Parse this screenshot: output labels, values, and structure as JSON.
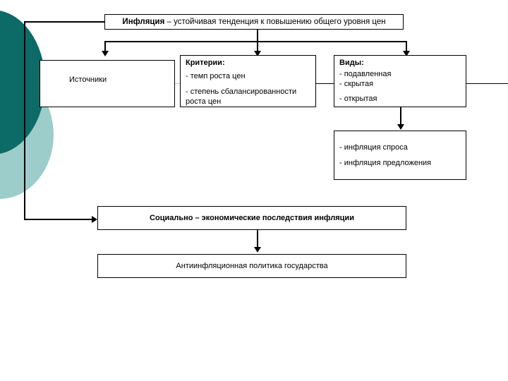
{
  "diagram": {
    "title_box": {
      "term": "Инфляция",
      "definition": " – устойчивая тенденция к повышению общего уровня цен"
    },
    "sources_box": {
      "label": "Источники"
    },
    "criteria_box": {
      "heading": "Критерии:",
      "items": [
        "- темп роста цен",
        "- степень сбалансированности роста цен"
      ]
    },
    "kinds_box": {
      "heading": "Виды:",
      "items": [
        "- подавленная",
        "- скрытая",
        "- открытая"
      ]
    },
    "types_box": {
      "items": [
        "- инфляция спроса",
        "- инфляция предложения"
      ]
    },
    "consequences_box": {
      "label": "Социально – экономические последствия инфляции"
    },
    "policy_box": {
      "label": "Антиинфляционная политика государства"
    },
    "colors": {
      "circle_dark": "#0c6b66",
      "circle_light": "#9ccdcb",
      "line": "#000000",
      "background": "#ffffff"
    }
  }
}
